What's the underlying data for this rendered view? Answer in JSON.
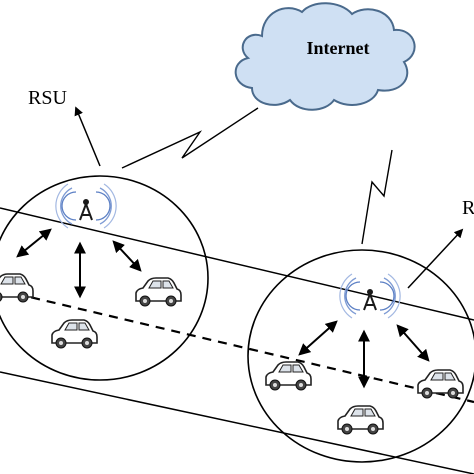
{
  "cloud": {
    "label": "Internet",
    "fill": "#cfe0f3",
    "stroke": "#4a6a8c"
  },
  "rsu_left": {
    "label": "RSU"
  },
  "rsu_right": {
    "label": "R"
  },
  "colors": {
    "line": "#000000",
    "tower": "#1a1a1a",
    "wave": "#5b7fc4"
  },
  "icons": [
    "antenna-tower-icon",
    "car-icon",
    "lightning-link-icon",
    "cloud-icon"
  ]
}
